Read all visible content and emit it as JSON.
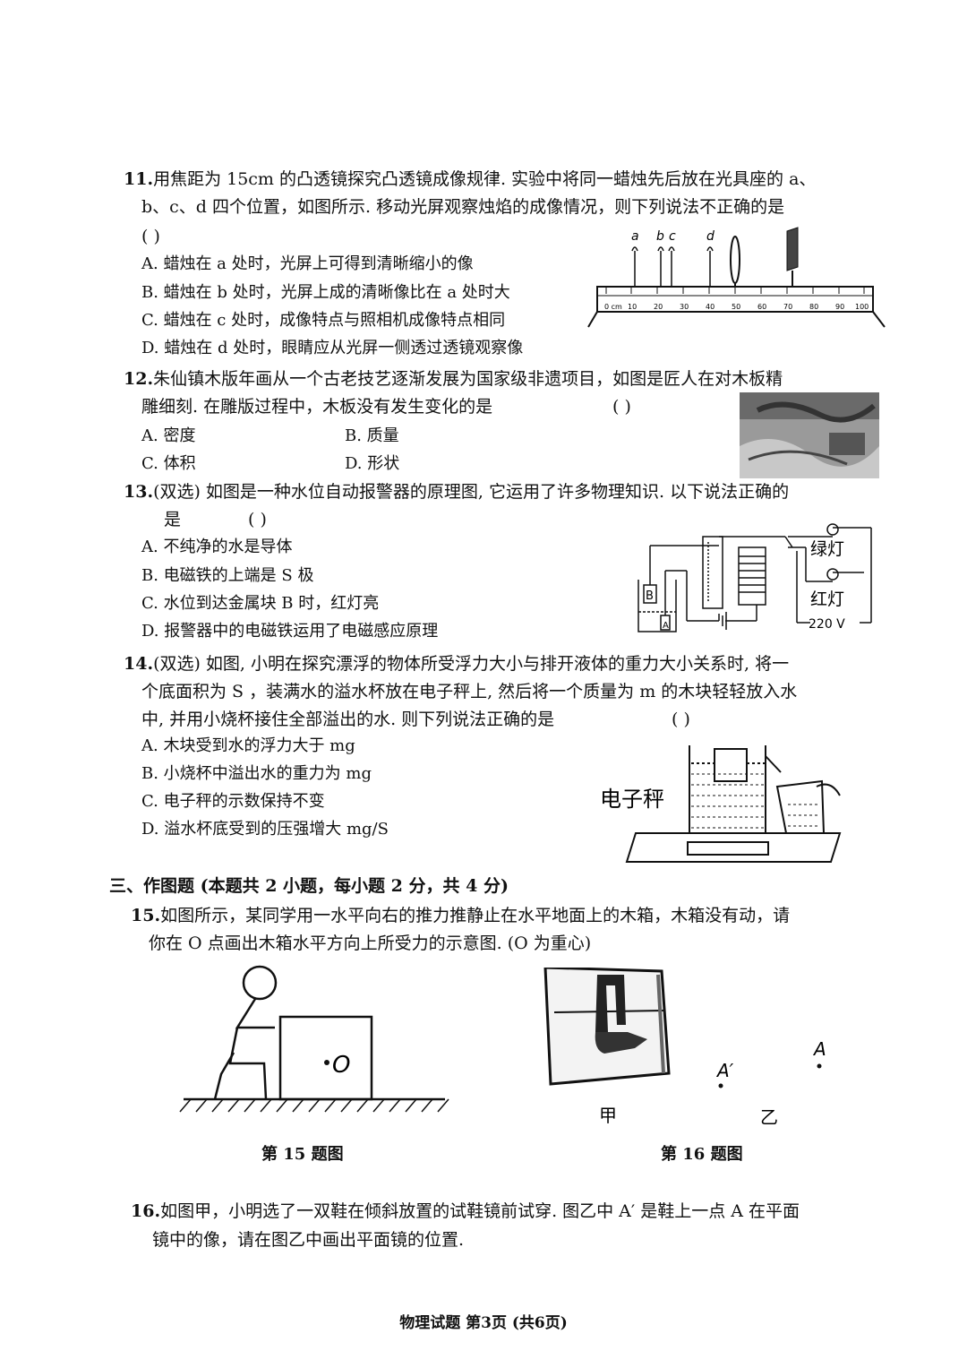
{
  "q11": {
    "number": "11.",
    "stem1": "用焦距为 15cm 的凸透镜探究凸透镜成像规律. 实验中将同一蜡烛先后放在光具座的 a、",
    "stem2": "b、c、d 四个位置，如图所示. 移动光屏观察烛焰的成像情况，则下列说法不正确的是",
    "blank": "(      )",
    "options": [
      "A. 蜡烛在 a 处时，光屏上可得到清晰缩小的像",
      "B. 蜡烛在 b 处时，光屏上成的清晰像比在 a 处时大",
      "C. 蜡烛在 c 处时，成像特点与照相机成像特点相同",
      "D. 蜡烛在 d 处时，眼睛应从光屏一侧透过透镜观察像"
    ],
    "figure": {
      "labels": [
        "a",
        "b",
        "c",
        "d"
      ],
      "ticks": [
        "0 cm",
        "10",
        "20",
        "30",
        "40",
        "50",
        "60",
        "70",
        "80",
        "90",
        "100"
      ]
    }
  },
  "q12": {
    "number": "12.",
    "stem1": "朱仙镇木版年画从一个古老技艺逐渐发展为国家级非遗项目，如图是匠人在对木板精",
    "stem2": "雕细刻. 在雕版过程中，木板没有发生变化的是",
    "blank": "(      )",
    "options": [
      "A. 密度",
      "B. 质量",
      "C. 体积",
      "D. 形状"
    ]
  },
  "q13": {
    "number": "13.",
    "stem1": "(双选) 如图是一种水位自动报警器的原理图, 它运用了许多物理知识. 以下说法正确的",
    "stem2": "是",
    "blank": "(        )",
    "options": [
      "A. 不纯净的水是导体",
      "B. 电磁铁的上端是 S 极",
      "C. 水位到达金属块 B 时，红灯亮",
      "D. 报警器中的电磁铁运用了电磁感应原理"
    ],
    "figure": {
      "green": "绿灯",
      "red": "红灯",
      "voltage": "220 V",
      "metal": "B",
      "a": "A"
    }
  },
  "q14": {
    "number": "14.",
    "stem1": "(双选) 如图, 小明在探究漂浮的物体所受浮力大小与排开液体的重力大小关系时, 将一",
    "stem2": "个底面积为 S ，装满水的溢水杯放在电子秤上, 然后将一个质量为 m  的木块轻轻放入水",
    "stem3": "中, 并用小烧杯接住全部溢出的水. 则下列说法正确的是",
    "blank": "(        )",
    "options": [
      "A. 木块受到水的浮力大于  mg",
      "B. 小烧杯中溢出水的重力为  mg",
      "C. 电子秤的示数保持不变",
      "D. 溢水杯底受到的压强增大 mg/S"
    ],
    "figure": {
      "scale_label": "电子秤"
    }
  },
  "section3": {
    "title": "三、作图题 (本题共 2 小题，每小题 2 分，共 4 分)"
  },
  "q15": {
    "number": "15.",
    "stem1": "如图所示，某同学用一水平向右的推力推静止在水平地面上的木箱，木箱没有动，请",
    "stem2": "你在 O 点画出木箱水平方向上所受力的示意图. (O 为重心)",
    "figure": {
      "point": "O"
    },
    "caption": "第 15 题图"
  },
  "q16": {
    "number": "16.",
    "stem1": "如图甲，小明选了一双鞋在倾斜放置的试鞋镜前试穿. 图乙中 A′ 是鞋上一点 A 在平面",
    "stem2": "镜中的像，请在图乙中画出平面镜的位置.",
    "figure": {
      "jia": "甲",
      "yi": "乙",
      "A": "A",
      "A_prime": "A′"
    },
    "caption": "第 16 题图"
  },
  "footer": "物理试题 第3页 (共6页)"
}
